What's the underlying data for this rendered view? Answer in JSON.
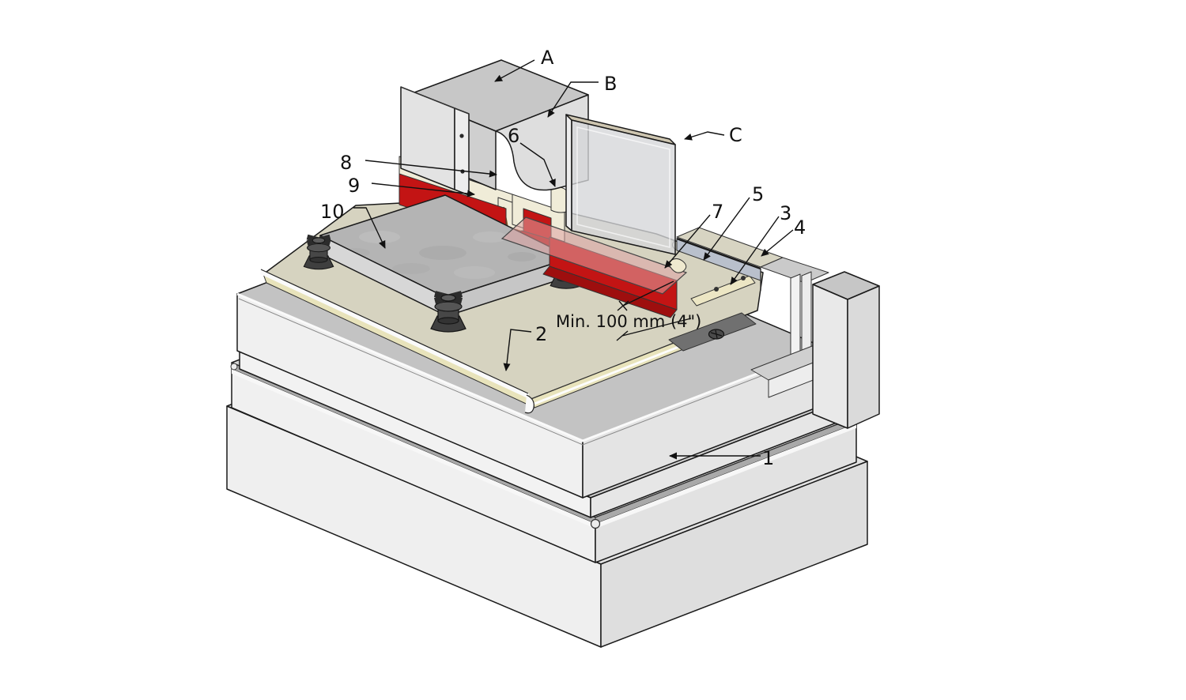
{
  "diagram": {
    "callouts": {
      "a": "A",
      "b": "B",
      "c": "C",
      "n1": "1",
      "n2": "2",
      "n3": "3",
      "n4": "4",
      "n5": "5",
      "n6": "6",
      "n7": "7",
      "n8": "8",
      "n9": "9",
      "n10": "10"
    },
    "dimension_note": "Min. 100 mm (4\")",
    "colors": {
      "membrane_red": "#c31414",
      "membrane_red_dark": "#9e0e0e",
      "deck_beige": "#d6d3c0",
      "insulation_cream": "#e8e3bb",
      "liquid_flashing_cream": "#f0ecd8",
      "metal_edge_blue_gray": "#b9c0cc",
      "glass_top_tan": "#cdc5b0",
      "glass_pane": "#d5d6d8",
      "pink_membrane": "#dfa3a3",
      "paver_gray": "#b4b4b4",
      "pedestal_dark": "#3f3f3f",
      "concrete_light": "#e9e9e9",
      "fastener_plate_gray": "#707070"
    }
  }
}
